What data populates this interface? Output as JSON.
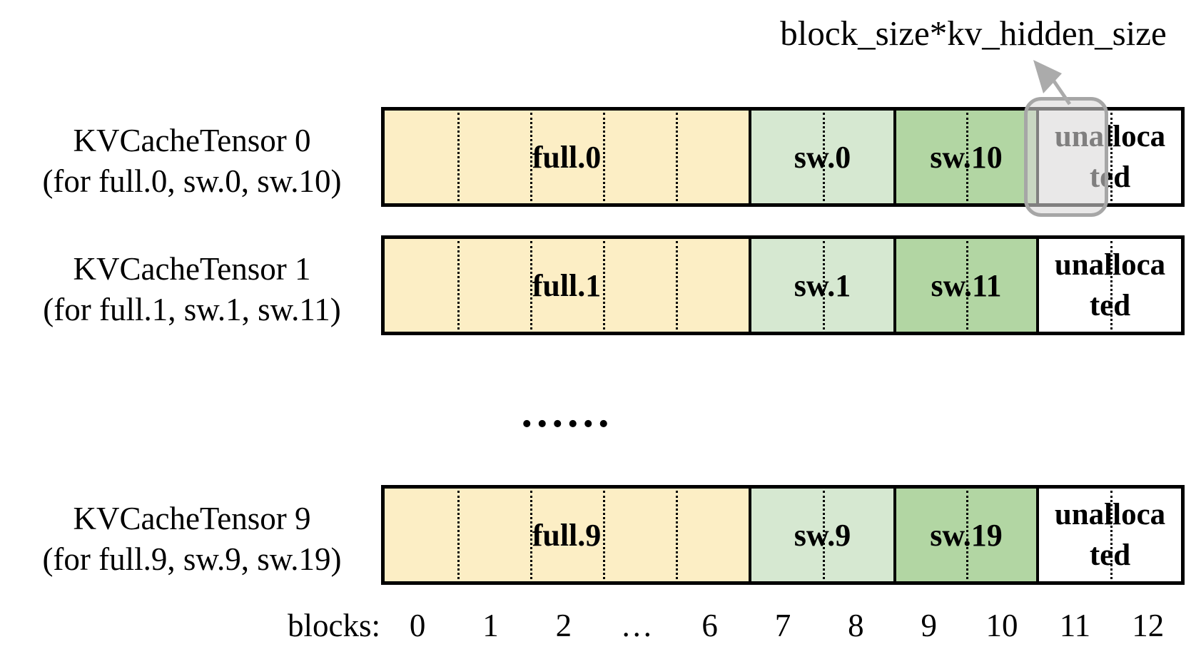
{
  "annotation": {
    "label": "block_size*kv_hidden_size"
  },
  "rows": [
    {
      "title": "KVCacheTensor 0",
      "subtitle": "(for full.0, sw.0, sw.10)",
      "segments": {
        "full": "full.0",
        "sw_a": "sw.0",
        "sw_b": "sw.10",
        "unallocated_line1": "unalloca",
        "unallocated_line2": "ted"
      },
      "highlighted_block": "11"
    },
    {
      "title": "KVCacheTensor 1",
      "subtitle": "(for full.1, sw.1, sw.11)",
      "segments": {
        "full": "full.1",
        "sw_a": "sw.1",
        "sw_b": "sw.11",
        "unallocated_line1": "unalloca",
        "unallocated_line2": "ted"
      }
    },
    {
      "title": "KVCacheTensor 9",
      "subtitle": "(for full.9, sw.9, sw.19)",
      "segments": {
        "full": "full.9",
        "sw_a": "sw.9",
        "sw_b": "sw.19",
        "unallocated_line1": "unalloca",
        "unallocated_line2": "ted"
      }
    }
  ],
  "ellipsis": "......",
  "axis": {
    "label": "blocks:",
    "ticks": [
      "0",
      "1",
      "2",
      "…",
      "6",
      "7",
      "8",
      "9",
      "10",
      "11",
      "12"
    ]
  },
  "colors": {
    "full_segment": "#FCEEC5",
    "sw_a_segment": "#D6E8D1",
    "sw_b_segment": "#B2D6A3",
    "unallocated_segment": "#FFFFFF",
    "highlight_fill": "rgba(217,216,216,0.59)",
    "highlight_border": "#A6A6A6",
    "arrow": "#ABABAB"
  }
}
